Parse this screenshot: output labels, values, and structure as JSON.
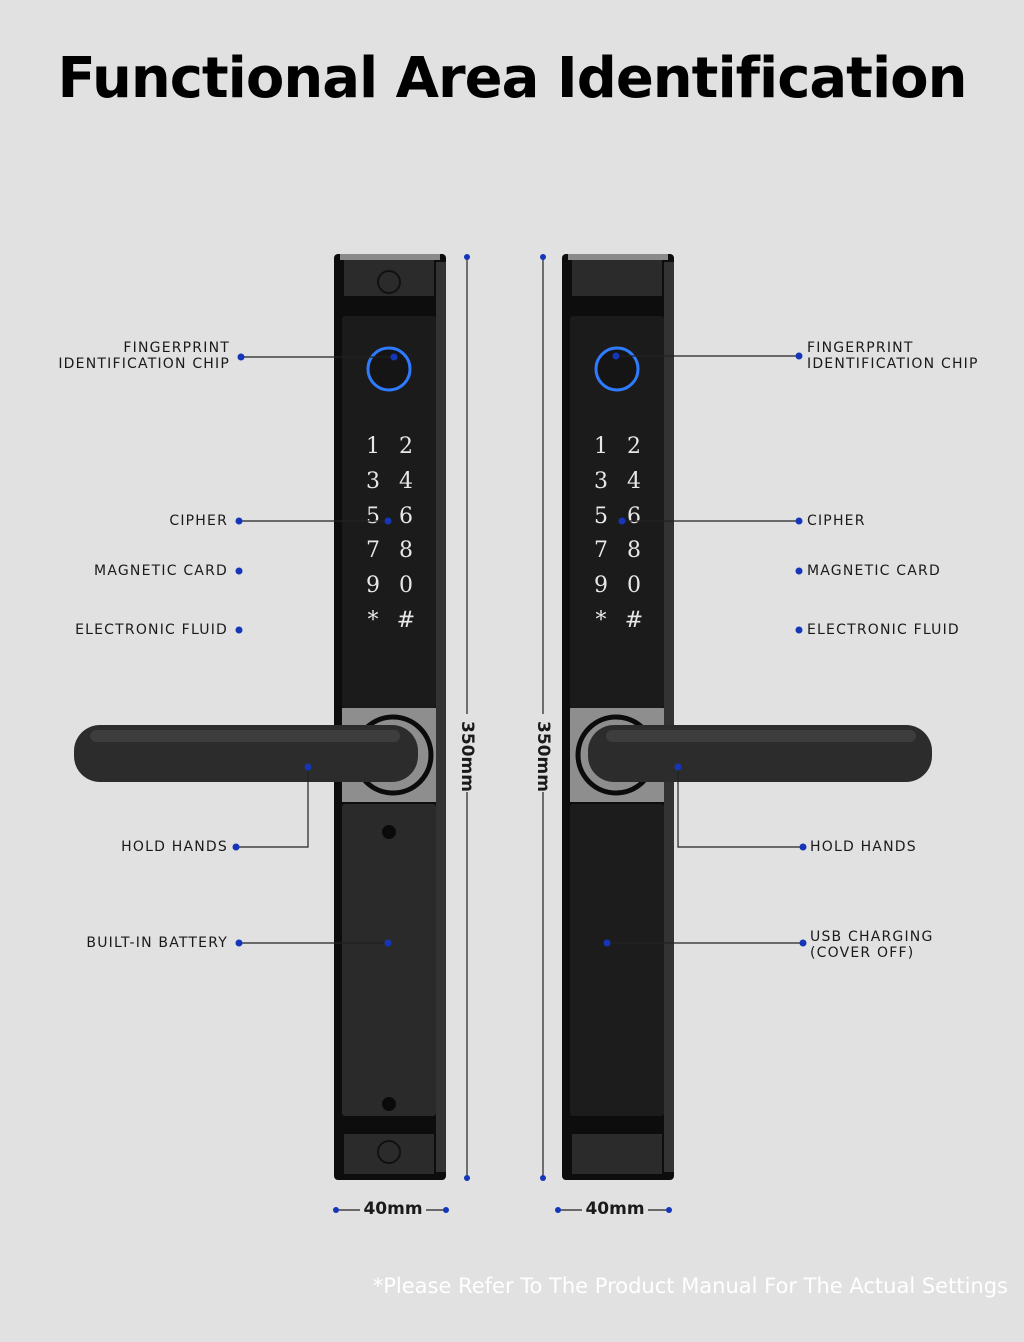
{
  "title": "Functional Area Identification",
  "keypad": [
    "1",
    "2",
    "3",
    "4",
    "5",
    "6",
    "7",
    "8",
    "9",
    "0",
    "*",
    "#"
  ],
  "left_labels": {
    "fingerprint": "FINGERPRINT\nIDENTIFICATION CHIP",
    "cipher": "CIPHER",
    "magnetic_card": "MAGNETIC CARD",
    "electronic_fluid": "ELECTRONIC FLUID",
    "hold_hands": "HOLD HANDS",
    "battery": "BUILT-IN BATTERY"
  },
  "right_labels": {
    "fingerprint": "FINGERPRINT\nIDENTIFICATION CHIP",
    "cipher": "CIPHER",
    "magnetic_card": "MAGNETIC CARD",
    "electronic_fluid": "ELECTRONIC FLUID",
    "hold_hands": "HOLD HANDS",
    "usb": "USB CHARGING\n(COVER OFF)"
  },
  "dimensions": {
    "height": "350mm",
    "width": "40mm"
  },
  "note": "*Please Refer To The Product Manual For The Actual Settings",
  "colors": {
    "background": "#e1e1e1",
    "marker": "#1536b8",
    "fingerprint_ring": "#2f7bff",
    "lock_body": "#1c1c1c",
    "plate": "#8e8e8e"
  }
}
